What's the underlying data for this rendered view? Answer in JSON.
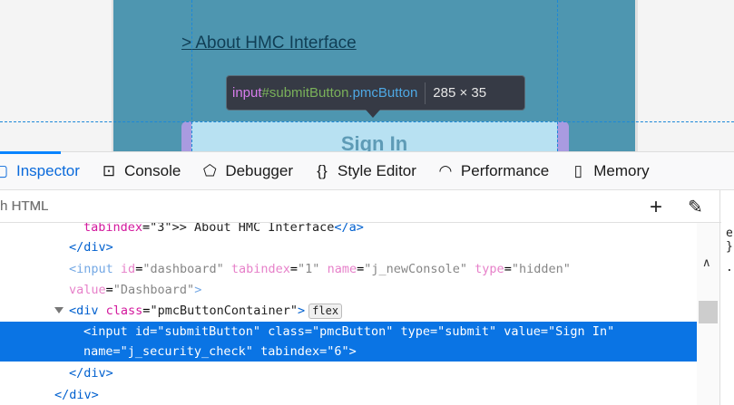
{
  "page": {
    "link": "> About HMC Interface",
    "button_label": "Sign In"
  },
  "tooltip": {
    "tag": "input",
    "id": "#submitButton",
    "cls": ".pmcButton",
    "dims": "285 × 35"
  },
  "toolbar": {
    "tabs": [
      {
        "label": "Inspector",
        "icon": "inspector-icon"
      },
      {
        "label": "Console",
        "icon": "console-icon"
      },
      {
        "label": "Debugger",
        "icon": "debugger-icon"
      },
      {
        "label": "Style Editor",
        "icon": "style-editor-icon"
      },
      {
        "label": "Performance",
        "icon": "performance-icon"
      },
      {
        "label": "Memory",
        "icon": "memory-icon"
      }
    ],
    "accent": "#0a84ff"
  },
  "search": {
    "placeholder": "Search HTML",
    "visible_text": "h HTML"
  },
  "markup": {
    "l1": {
      "a": "tabindex",
      "v": "\"3\"",
      "tx": ">> About HMC Interface",
      "close": "</a>"
    },
    "l2": "</div>",
    "l3": {
      "tag": "<input",
      "attrs": [
        [
          "id",
          "\"dashboard\""
        ],
        [
          "tabindex",
          "\"1\""
        ],
        [
          "name",
          "\"j_newConsole\""
        ],
        [
          "type",
          "\"hidden\""
        ]
      ]
    },
    "l4": {
      "a": "value",
      "v": "\"Dashboard\"",
      "end": ">"
    },
    "l5": {
      "tag": "<div",
      "a": "class",
      "v": "\"pmcButtonContainer\"",
      "end": ">",
      "badge": "flex"
    },
    "l6": "<input id=\"submitButton\" class=\"pmcButton\" type=\"submit\" value=\"Sign In\"",
    "l7": "name=\"j_security_check\" tabindex=\"6\">",
    "l8": "</div>",
    "l9": "</div>",
    "selection_color": "#0a74e4"
  },
  "sidebar": {
    "lines": [
      "e",
      "}",
      "."
    ]
  }
}
